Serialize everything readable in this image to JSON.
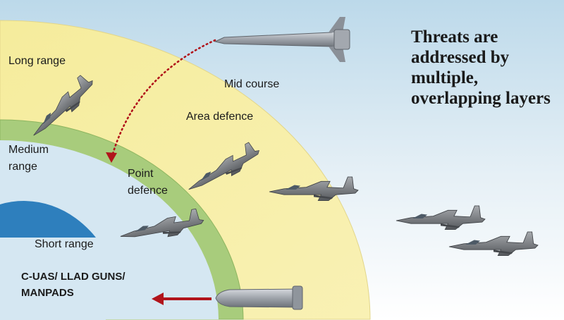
{
  "headline": "Threats are addressed by multiple, overlapping layers",
  "layers": {
    "long_range": "Long range",
    "mid_course": "Mid course",
    "area_defence": "Area defence",
    "medium_range": "Medium range",
    "point_defence": "Point defence",
    "short_range": "Short range",
    "c_uas": "C-UAS/ LLAD GUNS/ MANPADS"
  },
  "colors": {
    "sky_top": "#bcd9ea",
    "long_range_band": "#f7eea0",
    "medium_range_band": "#a8cc7c",
    "short_range_band": "#d5e7f2",
    "core": "#2e7fbd",
    "intercept_arrow": "#b1141b",
    "missile": "#9aa0a8",
    "aircraft": "#6f7276"
  },
  "icons": [
    "ballistic-missile-icon",
    "cruise-missile-icon",
    "fighter-jet-icon"
  ]
}
